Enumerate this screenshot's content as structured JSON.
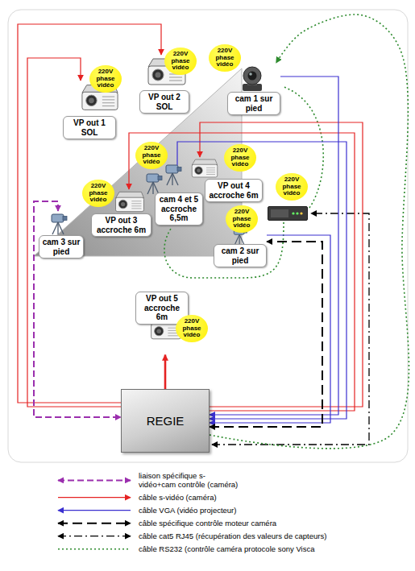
{
  "diagram": {
    "nodes": [
      {
        "text": [
          "220V phase vidéo"
        ]
      },
      {
        "text": [
          "220V phase vidéo"
        ]
      },
      {
        "text": [
          "VP out 2 SOL"
        ]
      },
      {
        "text": [
          "cam 1 sur pied"
        ]
      },
      {
        "text": [
          "220V phase vidéo"
        ]
      },
      {
        "text": [
          "VP out 1 SOL"
        ]
      },
      {
        "text": [
          "220V phase vidéo"
        ]
      },
      {
        "text": [
          "220V phase vidéo"
        ]
      },
      {
        "text": [
          "cam 4 et 5 accroche 6,5m"
        ]
      },
      {
        "text": [
          "VP out 4 accroche 6m"
        ]
      },
      {
        "text": [
          "220V phase vidéo"
        ]
      },
      {
        "text": [
          "220V phase vidéo"
        ]
      },
      {
        "text": [
          "VP out 3 accroche 6m"
        ]
      },
      {
        "text": [
          "220V phase vidéo"
        ]
      },
      {
        "text": [
          "cam 3 sur pied"
        ]
      },
      {
        "text": [
          "cam 2 sur pied"
        ]
      },
      {
        "text": [
          "VP out 5 accroche 6m"
        ]
      },
      {
        "text": [
          "220V phase vidéo"
        ]
      },
      {
        "text": [
          "REGIE"
        ]
      }
    ],
    "edges": [
      {
        "from": 18,
        "to": 2,
        "arrow": "to"
      },
      {
        "from": 18,
        "to": 5,
        "arrow": "to"
      },
      {
        "from": 18,
        "to": 9,
        "arrow": "to"
      },
      {
        "from": 18,
        "to": 12,
        "arrow": "to"
      },
      {
        "from": 18,
        "to": 16,
        "arrow": "to"
      },
      {
        "from": 3,
        "to": 18,
        "arrow": "to"
      },
      {
        "from": 8,
        "to": 18,
        "arrow": "to"
      },
      {
        "from": 15,
        "to": 18,
        "arrow": "to"
      },
      {
        "from": 14,
        "to": 18,
        "arrow": "both"
      },
      {
        "from": 18,
        "to": 15,
        "arrow": "both"
      },
      {
        "from": 18,
        "to": 3,
        "arrow": "to"
      }
    ],
    "legend": [
      {
        "text": "liaison spécifique s-vidéo+cam contrôle (caméra)"
      },
      {
        "text": "câble s-vidéo (caméra)"
      },
      {
        "text": "câble VGA (vidéo projecteur)"
      },
      {
        "text": "câble spécifique contrôle moteur caméra"
      },
      {
        "text": "câble cat5 RJ45 (récupération des valeurs de capteurs)"
      },
      {
        "text": "câble RS232 (contrôle caméra protocole sony Visca"
      }
    ]
  }
}
